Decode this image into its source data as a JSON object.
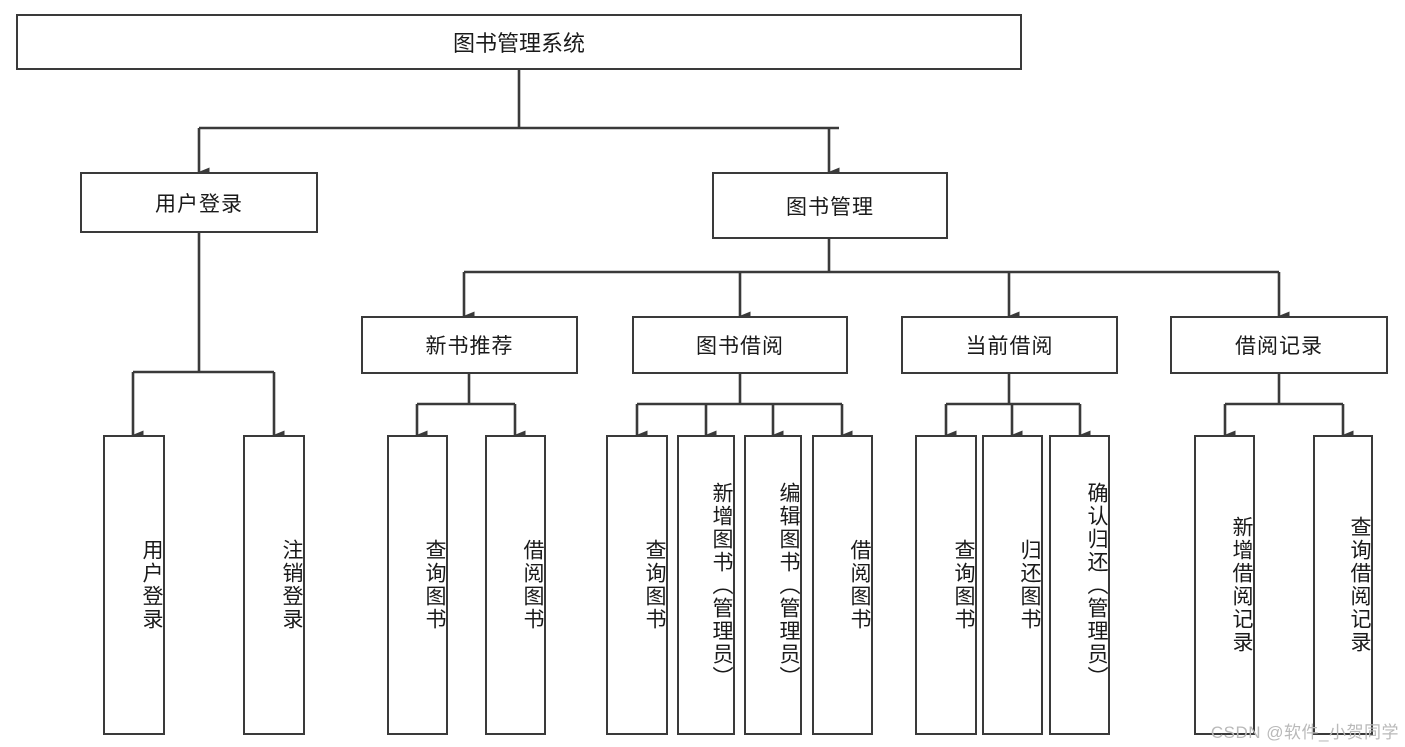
{
  "diagram": {
    "title": "图书管理系统",
    "type": "hierarchy-tree",
    "root": {
      "label": "图书管理系统"
    },
    "level2": [
      {
        "label": "用户登录"
      },
      {
        "label": "图书管理"
      }
    ],
    "level3": [
      {
        "label": "新书推荐"
      },
      {
        "label": "图书借阅"
      },
      {
        "label": "当前借阅"
      },
      {
        "label": "借阅记录"
      }
    ],
    "leaves": {
      "user_login": [
        {
          "label": "用户登录"
        },
        {
          "label": "注销登录"
        }
      ],
      "new_book_recommend": [
        {
          "label": "查询图书"
        },
        {
          "label": "借阅图书"
        }
      ],
      "book_borrow": [
        {
          "label": "查询图书"
        },
        {
          "label": "新增图书（管理员）"
        },
        {
          "label": "编辑图书（管理员）"
        },
        {
          "label": "借阅图书"
        }
      ],
      "current_borrow": [
        {
          "label": "查询图书"
        },
        {
          "label": "归还图书"
        },
        {
          "label": "确认归还（管理员）"
        }
      ],
      "borrow_record": [
        {
          "label": "新增借阅记录"
        },
        {
          "label": "查询借阅记录"
        }
      ]
    }
  },
  "watermark": {
    "text": "CSDN @软件_小贺同学"
  },
  "colors": {
    "stroke": "#3a3a3a",
    "text": "#1a1a1a",
    "background": "#ffffff",
    "watermark": "#b9b9b9"
  }
}
